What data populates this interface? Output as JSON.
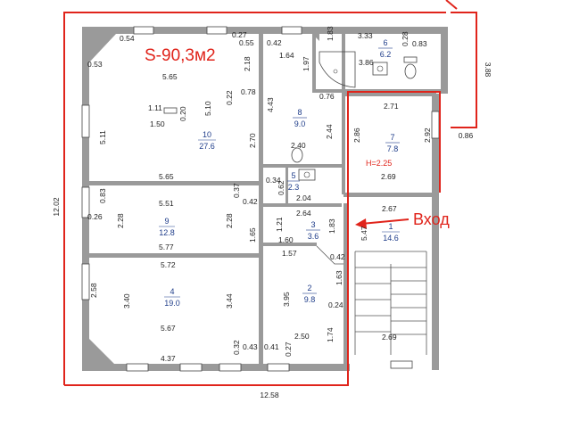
{
  "header": {
    "area_label": "S-90,3м2",
    "entrance_label": "Вход",
    "height_note": "H=2.25"
  },
  "outer_dims": {
    "left_total": "12.02",
    "bottom_total": "12.58",
    "right_top": "3.88",
    "right_corner": "0.86"
  },
  "rooms": [
    {
      "id": "room-10",
      "number": "10",
      "area": "27.6"
    },
    {
      "id": "room-9",
      "number": "9",
      "area": "12.8"
    },
    {
      "id": "room-4",
      "number": "4",
      "area": "19.0"
    },
    {
      "id": "room-8",
      "number": "8",
      "area": "9.0"
    },
    {
      "id": "room-6",
      "number": "6",
      "area": "6.2"
    },
    {
      "id": "room-7",
      "number": "7",
      "area": "7.8"
    },
    {
      "id": "room-5",
      "number": "5",
      "area": "2.3"
    },
    {
      "id": "room-3",
      "number": "3",
      "area": "3.6"
    },
    {
      "id": "room-2",
      "number": "2",
      "area": "9.8"
    },
    {
      "id": "room-1",
      "number": "1",
      "area": "14.6"
    }
  ],
  "dimensions": [
    "0.54",
    "0.27",
    "0.55",
    "0.42",
    "1.83",
    "3.33",
    "0.28",
    "0.83",
    "0.53",
    "5.65",
    "2.18",
    "1.64",
    "1.97",
    "3.86",
    "1.11",
    "1.50",
    "0.20",
    "5.10",
    "0.22",
    "0.78",
    "0.76",
    "4.43",
    "2.71",
    "5.11",
    "2.70",
    "2.44",
    "2.86",
    "2.92",
    "2.40",
    "5.65",
    "0.34",
    "0.62",
    "2.04",
    "2.69",
    "0.83",
    "5.51",
    "0.37",
    "0.42",
    "2.64",
    "2.67",
    "0.26",
    "2.28",
    "2.28",
    "1.21",
    "1.83",
    "5.47",
    "5.77",
    "1.65",
    "1.60",
    "1.57",
    "0.42",
    "5.72",
    "2.58",
    "3.40",
    "3.44",
    "3.95",
    "1.63",
    "0.24",
    "5.67",
    "2.50",
    "1.74",
    "2.69",
    "4.37",
    "0.32",
    "0.43",
    "0.41",
    "0.27"
  ]
}
